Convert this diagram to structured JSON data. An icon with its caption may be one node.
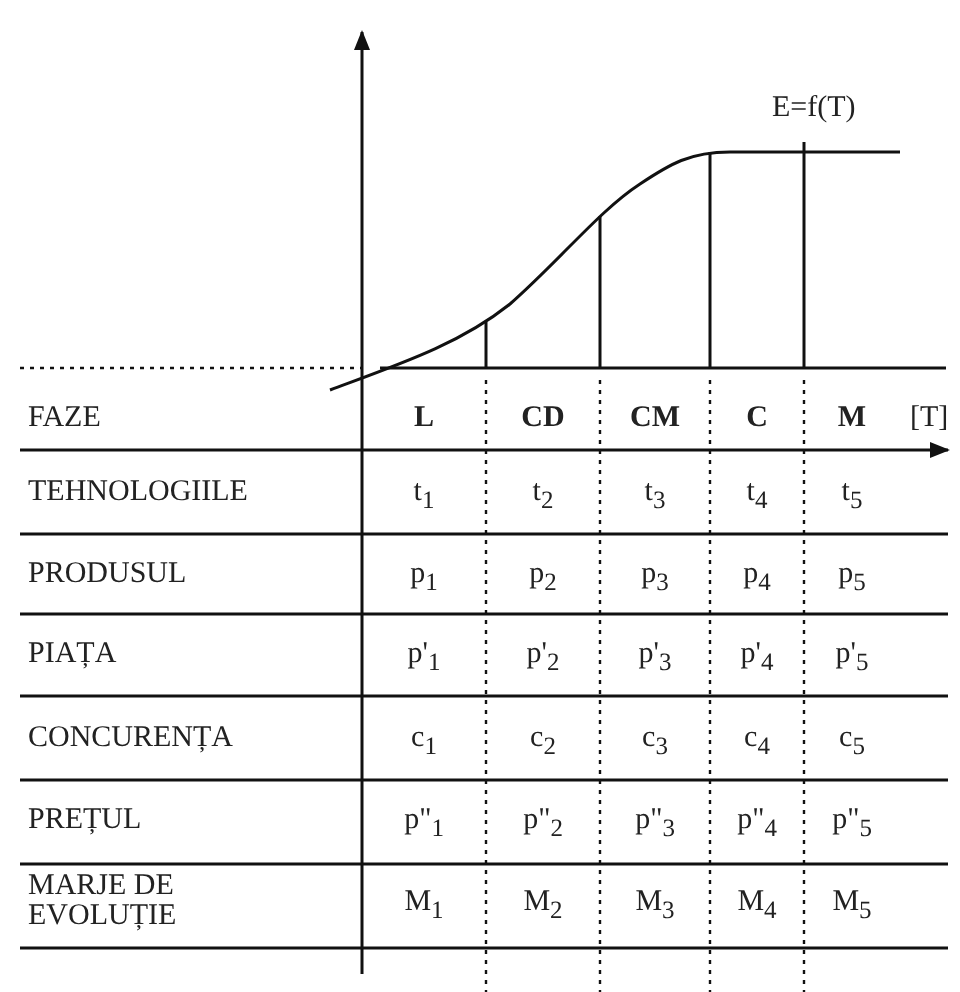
{
  "diagram": {
    "labels": [
      "E=f(T)",
      "FAZE",
      "L",
      "CD",
      "CM",
      "C",
      "M",
      "[T]",
      "TEHNOLOGIILE",
      "t$_{1}$",
      "t$_{2}$",
      "t$_{3}$",
      "t$_{4}$",
      "t$_{5}$",
      "PRODUSUL",
      "p$_{1}$",
      "p$_{2}$",
      "p$_{3}$",
      "p$_{4}$",
      "p$_{5}$",
      "PIAȚA",
      "p'$_{1}$",
      "p'$_{2}$",
      "p'$_{3}$",
      "p'$_{4}$",
      "p'$_{5}$",
      "CONCURENȚA",
      "c$_{1}$",
      "c$_{2}$",
      "c$_{3}$",
      "c$_{4}$",
      "c$_{5}$",
      "PREȚUL",
      "p\"$_{1}$",
      "p\"$_{2}$",
      "p\"$_{3}$",
      "p\"$_{4}$",
      "p\"$_{5}$",
      "MARJE DE EVOLUȚIE",
      "M$_{1}$",
      "M$_{2}$",
      "M$_{3}$",
      "M$_{4}$",
      "M$_{5}$"
    ]
  }
}
